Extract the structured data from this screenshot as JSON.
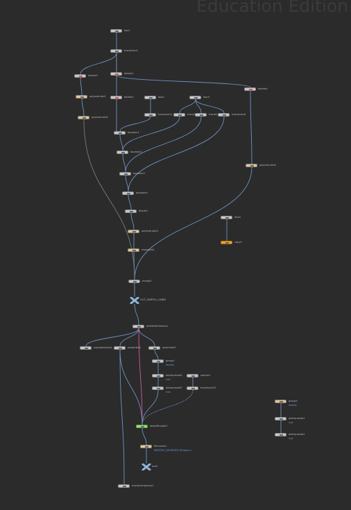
{
  "watermark": "Education Edition",
  "nodes": {
    "box1": {
      "label": "box1"
    },
    "transform1": {
      "label": "transform1"
    },
    "delete1": {
      "label": "delete1"
    },
    "delete2": {
      "label": "delete2"
    },
    "delete3": {
      "label": "delete3"
    },
    "delete4": {
      "label": "delete4"
    },
    "polyextrude1": {
      "label": "polyextrude1"
    },
    "polyextrude2": {
      "label": "polyextrude2"
    },
    "box2": {
      "label": "box2"
    },
    "box3": {
      "label": "box3"
    },
    "transform3": {
      "label": "transform3"
    },
    "transform4": {
      "label": "transform4"
    },
    "transform5": {
      "label": "transform5"
    },
    "transform6": {
      "label": "transform6"
    },
    "boolean1": {
      "label": "boolean1"
    },
    "boolean2": {
      "label": "boolean2"
    },
    "boolean3": {
      "label": "boolean3"
    },
    "boolean4": {
      "label": "boolean4"
    },
    "divide1": {
      "label": "divide1"
    },
    "polyextrude3": {
      "label": "polyextrude3"
    },
    "resample1": {
      "label": "resample1"
    },
    "polyextrude4": {
      "label": "polyextrude4"
    },
    "box4": {
      "label": "box4"
    },
    "copy1": {
      "label": "copy1"
    },
    "merge1": {
      "label": "merge1"
    },
    "out_sample_cabin": {
      "label": "OUT_SAMPLE_CABIN"
    },
    "deleteattributes1": {
      "label": "deleteattributes1"
    },
    "explodedview1": {
      "label": "explodedview1"
    },
    "assemble2": {
      "label": "assemble2"
    },
    "assemble3": {
      "label": "assemble3"
    },
    "group1": {
      "label": "group1",
      "sub": "resolve"
    },
    "attribcreate4": {
      "label": "attribcreate4",
      "sub": "uvw"
    },
    "attribcreate5": {
      "label": "attribcreate5",
      "sub": "uvw"
    },
    "sphere1": {
      "label": "sphere1"
    },
    "transform15": {
      "label": "transform15"
    },
    "labsoftmodel": {
      "label": "labsoftmodel1"
    },
    "filecache1": {
      "label": "filecache1",
      "sub": "$HIP/GEO_CACHE/$OS_$F.bgeo.sc"
    },
    "out2": {
      "label": "out2"
    },
    "transformpieces1": {
      "label": "transformpieces1"
    },
    "group9": {
      "label": "group9",
      "sub": "resolve"
    },
    "attribcreate1": {
      "label": "attribcreate1",
      "sub": "uvw"
    },
    "attribcreate2": {
      "label": "attribcreate2",
      "sub": "uvw"
    }
  }
}
